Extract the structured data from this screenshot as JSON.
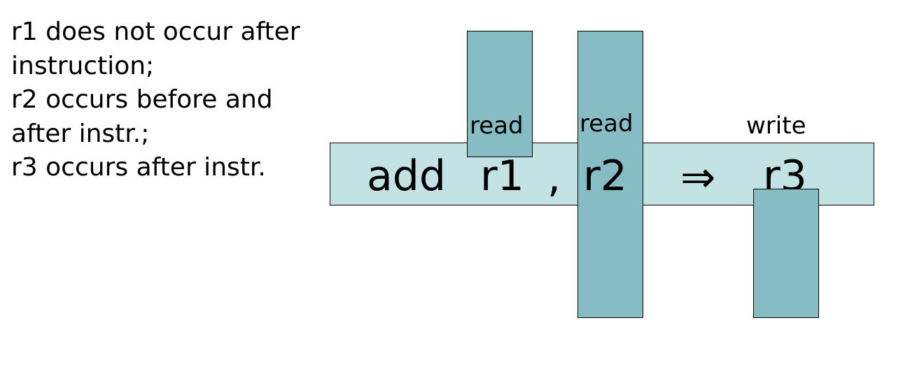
{
  "notes": [
    "r1 does not occur after",
    "instruction;",
    "r2 occurs before and",
    "after instr.;",
    "r3 occurs after instr."
  ],
  "instruction": {
    "opcode": "add",
    "src1": "r1",
    "comma": ",",
    "src2": "r2",
    "arrow": "⇒",
    "dest": "r3"
  },
  "labels": {
    "r1": "read",
    "r2": "read",
    "r3": "write"
  },
  "colors": {
    "band": "#c2e2e4",
    "bar": "#86bdc5"
  }
}
